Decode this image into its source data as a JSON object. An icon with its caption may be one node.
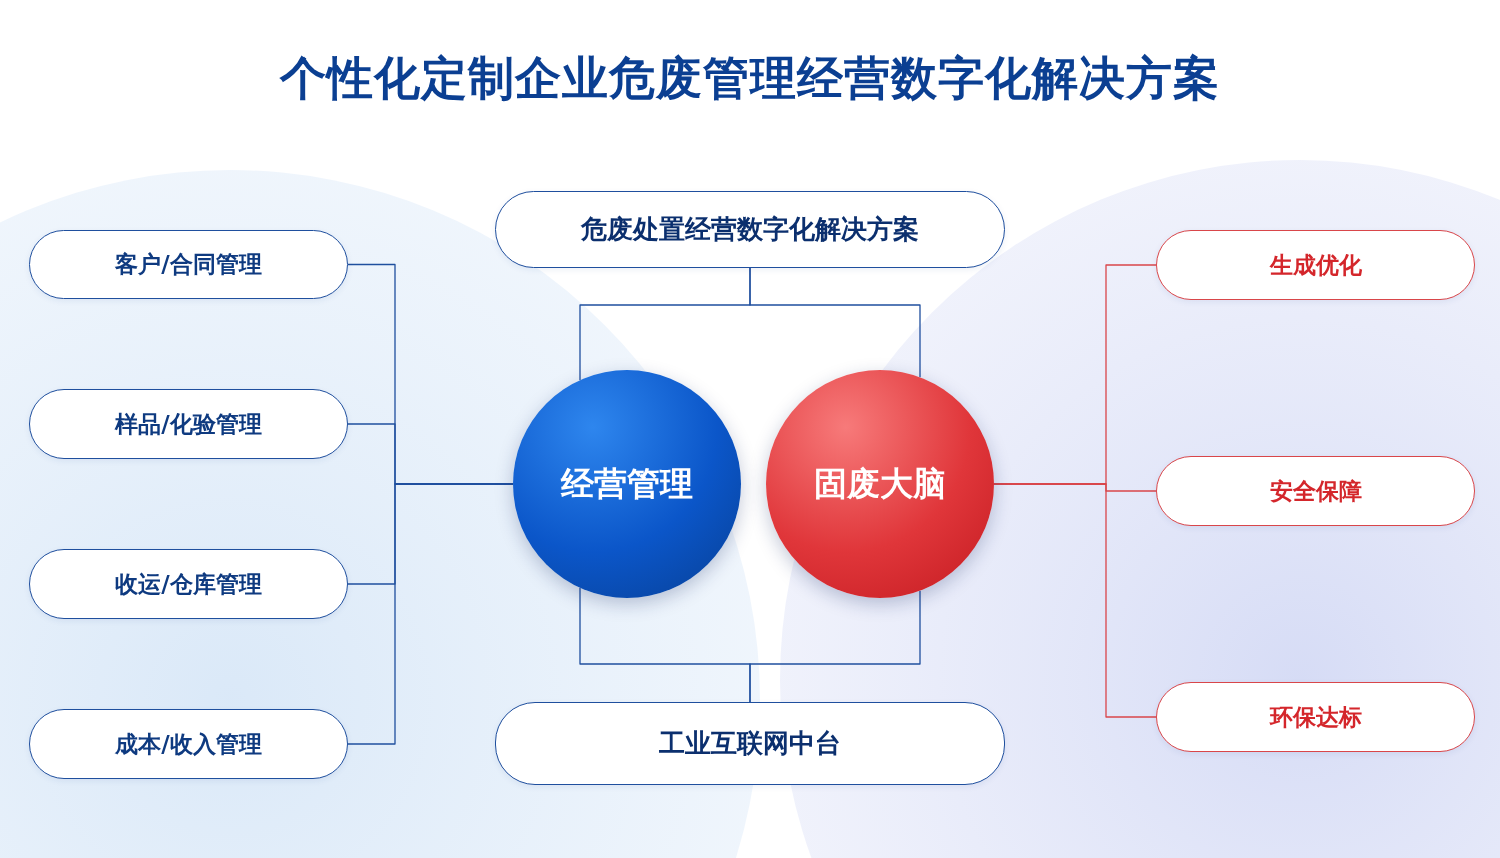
{
  "diagram": {
    "title": "个性化定制企业危废管理经营数字化解决方案",
    "nodes": [
      {
        "text": [
          "危废处置经营数字化解决方案"
        ]
      },
      {
        "text": [
          "经营管理"
        ]
      },
      {
        "text": [
          "固废大脑"
        ]
      },
      {
        "text": [
          "工业互联网中台"
        ]
      },
      {
        "text": [
          "客户/合同管理"
        ]
      },
      {
        "text": [
          "样品/化验管理"
        ]
      },
      {
        "text": [
          "收运/仓库管理"
        ]
      },
      {
        "text": [
          "成本/收入管理"
        ]
      },
      {
        "text": [
          "生成优化"
        ]
      },
      {
        "text": [
          "安全保障"
        ]
      },
      {
        "text": [
          "环保达标"
        ]
      }
    ],
    "edges": [
      {
        "from": 0,
        "to": 1,
        "arrow": "none"
      },
      {
        "from": 0,
        "to": 2,
        "arrow": "none"
      },
      {
        "from": 3,
        "to": 1,
        "arrow": "none"
      },
      {
        "from": 3,
        "to": 2,
        "arrow": "none"
      },
      {
        "from": 4,
        "to": 1,
        "arrow": "none"
      },
      {
        "from": 5,
        "to": 1,
        "arrow": "none"
      },
      {
        "from": 6,
        "to": 1,
        "arrow": "none"
      },
      {
        "from": 7,
        "to": 1,
        "arrow": "none"
      },
      {
        "from": 2,
        "to": 8,
        "arrow": "none",
        "color": "#d9464a"
      },
      {
        "from": 2,
        "to": 9,
        "arrow": "none",
        "color": "#d9464a"
      },
      {
        "from": 2,
        "to": 10,
        "arrow": "none",
        "color": "#d9464a"
      }
    ]
  }
}
